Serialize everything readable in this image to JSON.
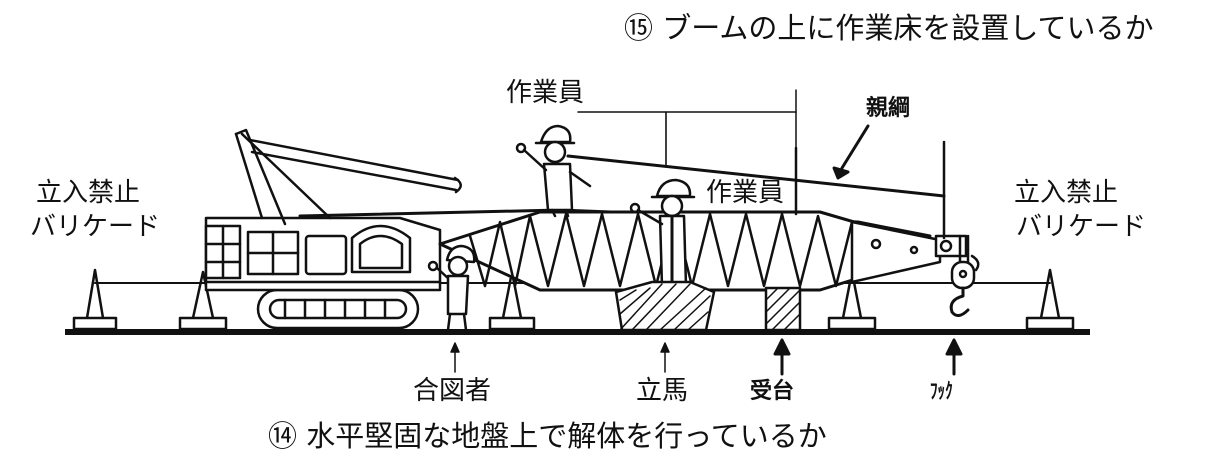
{
  "caption_top": "⑮ ブームの上に作業床を設置しているか",
  "caption_bottom": "⑭ 水平堅固な地盤上で解体を行っているか",
  "labels": {
    "worker_top": "作業員",
    "worker_mid": "作業員",
    "lifeline": "親綱",
    "barricade_left_1": "立入禁止",
    "barricade_left_2": "バリケード",
    "barricade_right_1": "立入禁止",
    "barricade_right_2": "バリケード",
    "signaler": "合図者",
    "trestle": "立馬",
    "support": "受台",
    "hook": "ﾌｯｸ"
  },
  "colors": {
    "ink": "#111111",
    "background": "#ffffff"
  }
}
